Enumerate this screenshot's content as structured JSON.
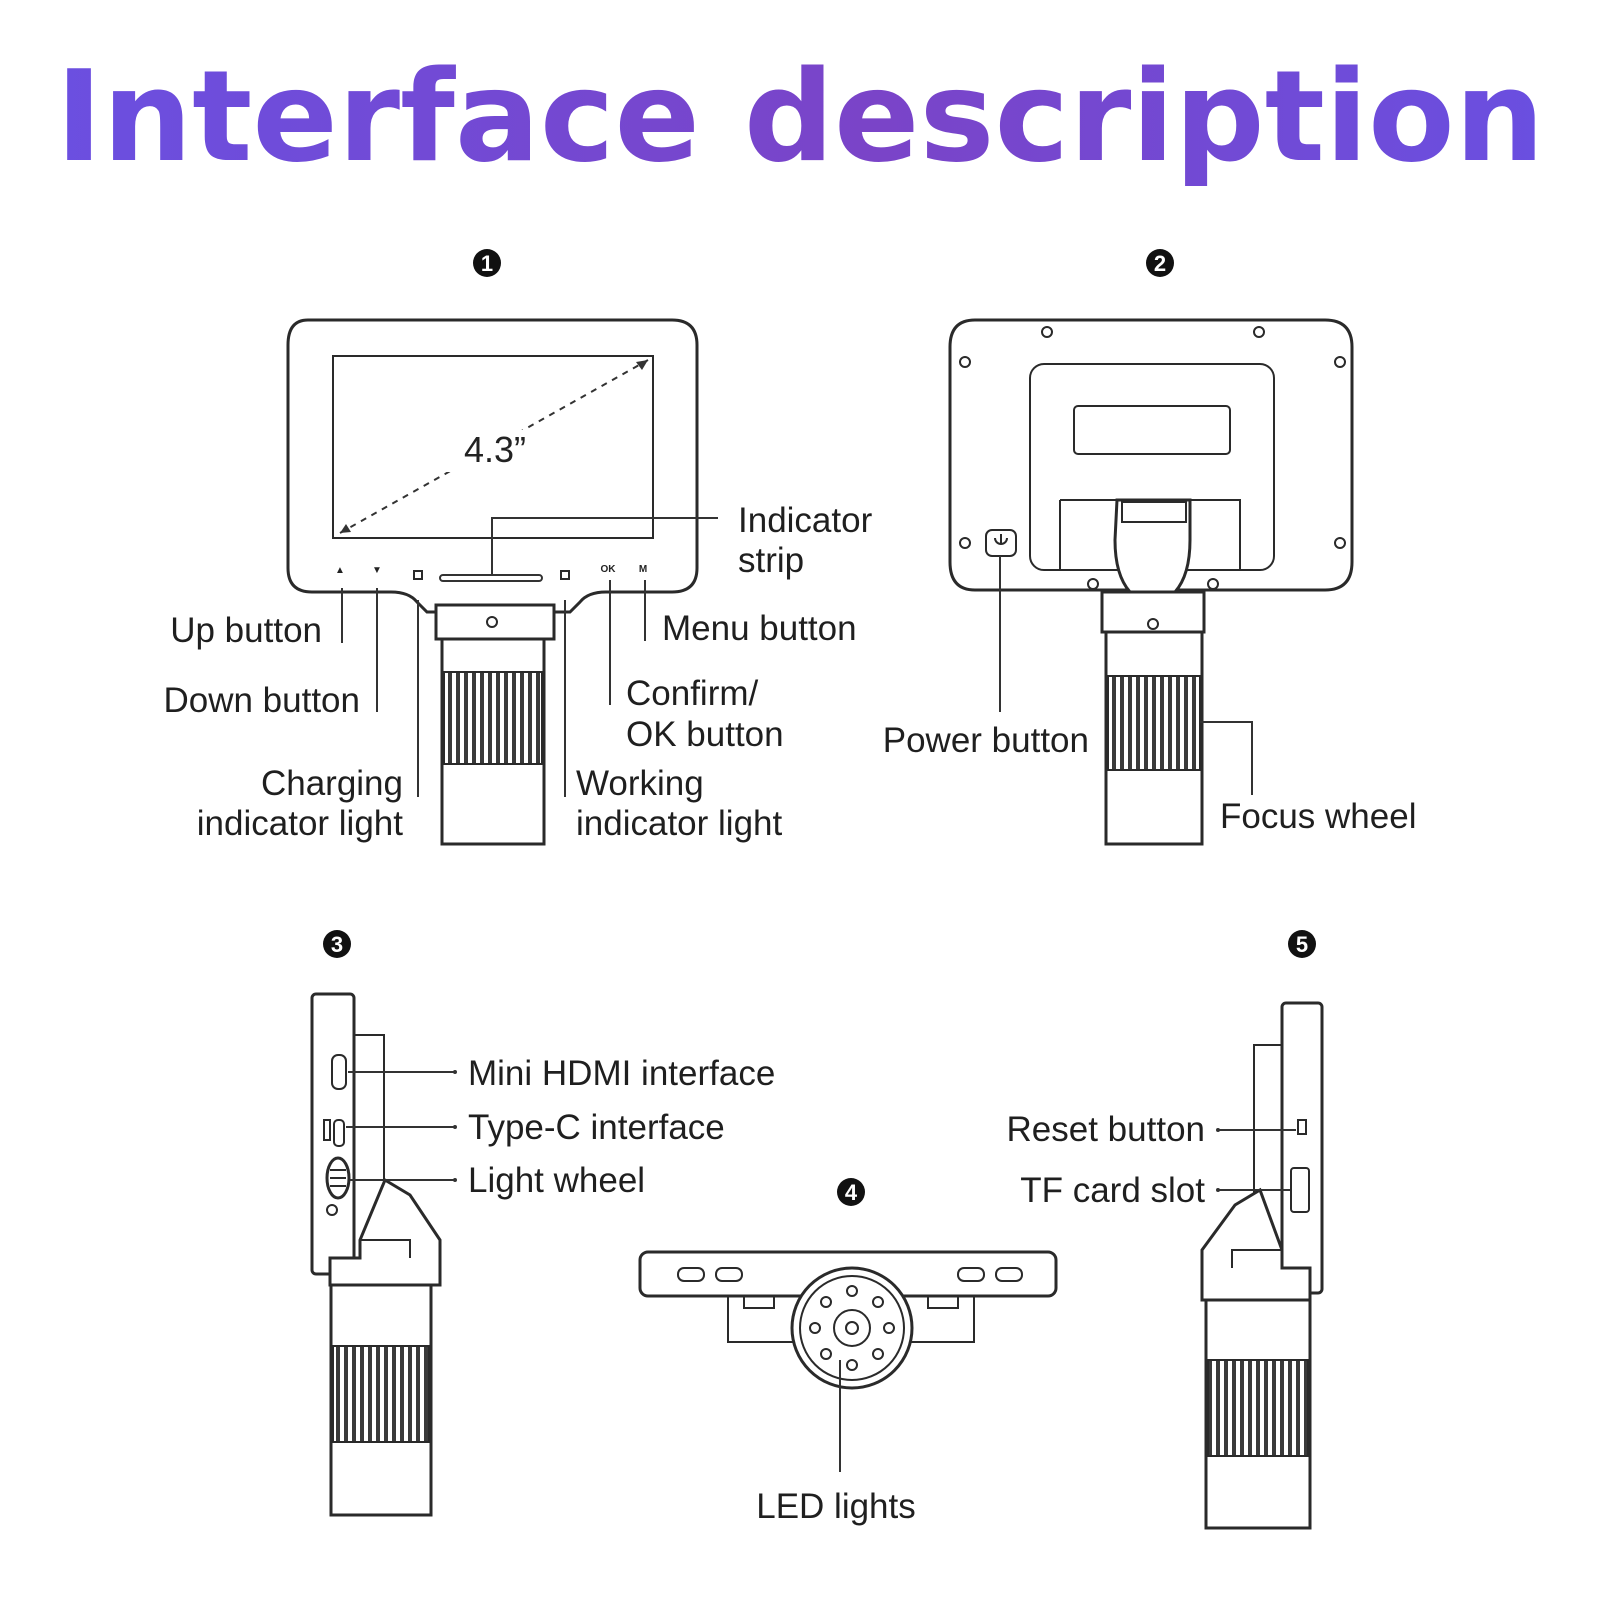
{
  "title": "Interface description",
  "colors": {
    "title_start": "#6b4fe0",
    "title_end": "#7a44c8",
    "ink": "#1f1f1f",
    "line": "#2a2a2a"
  },
  "views": {
    "front": {
      "number": "1",
      "screen_size": "4.3”",
      "labels": {
        "indicator_strip_1": "Indicator",
        "indicator_strip_2": "strip",
        "up": "Up button",
        "down": "Down button",
        "menu": "Menu button",
        "confirm_1": "Confirm/",
        "confirm_2": "OK button",
        "charging_1": "Charging",
        "charging_2": "indicator light",
        "working_1": "Working",
        "working_2": "indicator light"
      },
      "button_marks": {
        "up": "▲",
        "down": "▼",
        "ok": "OK",
        "menu": "M"
      }
    },
    "back": {
      "number": "2",
      "labels": {
        "power": "Power button",
        "focus": "Focus wheel"
      }
    },
    "left_side": {
      "number": "3",
      "labels": {
        "hdmi": "Mini HDMI interface",
        "typec": "Type-C interface",
        "light": "Light wheel"
      }
    },
    "bottom": {
      "number": "4",
      "labels": {
        "led": "LED lights"
      }
    },
    "right_side": {
      "number": "5",
      "labels": {
        "reset": "Reset button",
        "tf": "TF card slot"
      }
    }
  }
}
